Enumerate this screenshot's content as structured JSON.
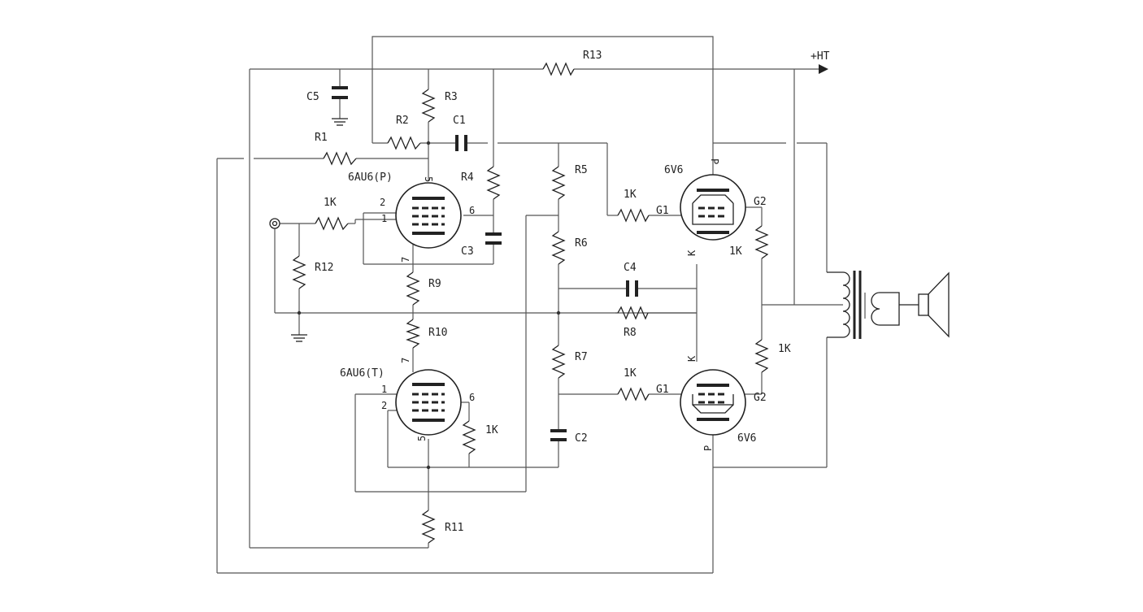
{
  "labels": {
    "r1": "R1",
    "r2": "R2",
    "r3": "R3",
    "r4": "R4",
    "r5": "R5",
    "r6": "R6",
    "r7": "R7",
    "r8": "R8",
    "r9": "R9",
    "r10": "R10",
    "r11": "R11",
    "r12": "R12",
    "r13": "R13",
    "c1": "C1",
    "c2": "C2",
    "c3": "C3",
    "c4": "C4",
    "c5": "C5",
    "ht": "+HT",
    "preamp_tube": "6AU6(P)",
    "phase_tube": "6AU6(T)",
    "power_tube_top": "6V6",
    "power_tube_bottom": "6V6",
    "res_1k_input": "1K",
    "res_1k_g1_top": "1K",
    "res_1k_g1_bottom": "1K",
    "res_1k_g2_top": "1K",
    "res_1k_g2_bottom": "1K",
    "res_1k_phase": "1K",
    "g1_top": "G1",
    "g2_top": "G2",
    "g1_bottom": "G1",
    "g2_bottom": "G2",
    "p_top": "P",
    "k_top": "K",
    "k_bottom": "K",
    "p_bottom": "P"
  },
  "pins": {
    "pre_5": "5",
    "pre_2": "2",
    "pre_1": "1",
    "pre_6": "6",
    "pre_7": "7",
    "pi_7": "7",
    "pi_1": "1",
    "pi_2": "2",
    "pi_6": "6",
    "pi_5": "5"
  }
}
